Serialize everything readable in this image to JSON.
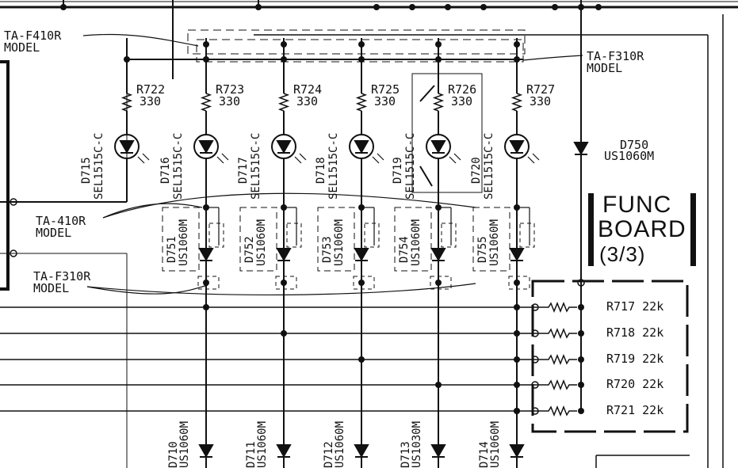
{
  "model_labels": {
    "ta_f410r": "TA-F410R\nMODEL",
    "ta_f310r_top": "TA-F310R\nMODEL",
    "ta_410r": "TA-410R\nMODEL",
    "ta_f310r_bottom": "TA-F310R\nMODEL"
  },
  "resistors": [
    {
      "ref": "R722",
      "value": "330"
    },
    {
      "ref": "R723",
      "value": "330"
    },
    {
      "ref": "R724",
      "value": "330"
    },
    {
      "ref": "R725",
      "value": "330"
    },
    {
      "ref": "R726",
      "value": "330"
    },
    {
      "ref": "R727",
      "value": "330"
    }
  ],
  "leds": [
    {
      "ref": "D715",
      "part": "SEL1515C-C"
    },
    {
      "ref": "D716",
      "part": "SEL1515C-C"
    },
    {
      "ref": "D717",
      "part": "SEL1515C-C"
    },
    {
      "ref": "D718",
      "part": "SEL1515C-C"
    },
    {
      "ref": "D719",
      "part": "SEL1515C-C"
    },
    {
      "ref": "D720",
      "part": "SEL1515C-C"
    }
  ],
  "optional_diodes": [
    {
      "ref": "D751",
      "part": "US1060M"
    },
    {
      "ref": "D752",
      "part": "US1060M"
    },
    {
      "ref": "D753",
      "part": "US1060M"
    },
    {
      "ref": "D754",
      "part": "US1060M"
    },
    {
      "ref": "D755",
      "part": "US1060M"
    }
  ],
  "bottom_diodes": [
    {
      "ref": "D710",
      "part": "US1060M"
    },
    {
      "ref": "D711",
      "part": "US1060M"
    },
    {
      "ref": "D712",
      "part": "US1060M"
    },
    {
      "ref": "D713",
      "part": "US1030M"
    },
    {
      "ref": "D714",
      "part": "US1060M"
    }
  ],
  "d750": {
    "ref": "D750",
    "part": "US1060M"
  },
  "pullup_resistors": [
    {
      "ref": "R717",
      "value": "22k"
    },
    {
      "ref": "R718",
      "value": "22k"
    },
    {
      "ref": "R719",
      "value": "22k"
    },
    {
      "ref": "R720",
      "value": "22k"
    },
    {
      "ref": "R721",
      "value": "22k"
    }
  ],
  "board_title": {
    "line1": "FUNC",
    "line2": "BOARD",
    "line3": "(3/3)"
  }
}
